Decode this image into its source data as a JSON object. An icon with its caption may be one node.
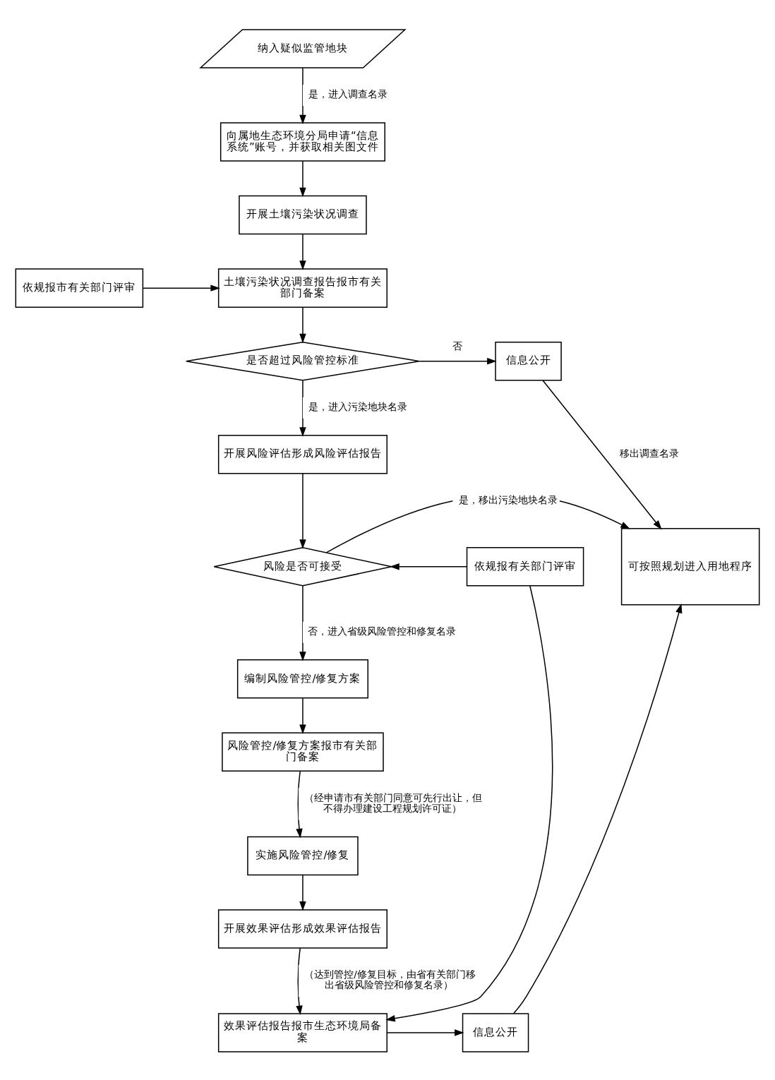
{
  "diagram": {
    "nodes": [
      {
        "text": [
          "纳入疑似监管地块"
        ]
      },
      {
        "text": [
          "向属地生态环境分局申请“信息系统”账号，并获取相关图文件"
        ]
      },
      {
        "text": [
          "开展土壤污染状况调查"
        ]
      },
      {
        "text": [
          "依规报市有关部门评审"
        ]
      },
      {
        "text": [
          "土壤污染状况调查报告报市有关部门备案"
        ]
      },
      {
        "text": [
          "是否超过风险管控标准"
        ]
      },
      {
        "text": [
          "信息公开"
        ]
      },
      {
        "text": [
          "开展风险评估形成风险评估报告"
        ]
      },
      {
        "text": [
          "风险是否可接受"
        ]
      },
      {
        "text": [
          "编制风险管控/修复方案"
        ]
      },
      {
        "text": [
          "风险管控/修复方案报市有关部门备案"
        ]
      },
      {
        "text": [
          "依规报有关部门评审"
        ]
      },
      {
        "text": [
          "实施风险管控/修复"
        ]
      },
      {
        "text": [
          "开展效果评估形成效果评估报告"
        ]
      },
      {
        "text": [
          "效果评估报告报市生态环境局备案"
        ]
      },
      {
        "text": [
          "信息公开"
        ]
      },
      {
        "text": [
          "可按照规划进入用地程序"
        ]
      }
    ],
    "edges": [
      {
        "from": 0,
        "to": 1,
        "arrow": "to",
        "label": "是，进入调查名录"
      },
      {
        "from": 1,
        "to": 2,
        "arrow": "to"
      },
      {
        "from": 2,
        "to": 4,
        "arrow": "to"
      },
      {
        "from": 3,
        "to": 4,
        "arrow": "to"
      },
      {
        "from": 4,
        "to": 5,
        "arrow": "to"
      },
      {
        "from": 5,
        "to": 6,
        "arrow": "to",
        "label": "否"
      },
      {
        "from": 6,
        "to": 16,
        "arrow": "to",
        "label": "移出调查名录"
      },
      {
        "from": 5,
        "to": 7,
        "arrow": "to",
        "label": "是，进入污染地块名录"
      },
      {
        "from": 7,
        "to": 8,
        "arrow": "to"
      },
      {
        "from": 8,
        "to": 16,
        "arrow": "to",
        "label": "是，移出污染地块名录"
      },
      {
        "from": 8,
        "to": 9,
        "arrow": "to",
        "label": "否，进入省级风险管控和修复名录"
      },
      {
        "from": 9,
        "to": 10,
        "arrow": "to"
      },
      {
        "from": 10,
        "to": 12,
        "arrow": "to",
        "label": "（经申请市有关部门同意可先行出让，但不得办理建设工程规划许可证）"
      },
      {
        "from": 12,
        "to": 13,
        "arrow": "to"
      },
      {
        "from": 13,
        "to": 14,
        "arrow": "to",
        "label": "（达到管控/修复目标，由省有关部门移出省级风险管控和修复名录）"
      },
      {
        "from": 11,
        "to": 8,
        "arrow": "to"
      },
      {
        "from": 11,
        "to": 14,
        "arrow": "to"
      },
      {
        "from": 14,
        "to": 15,
        "arrow": "to"
      },
      {
        "from": 15,
        "to": 16,
        "arrow": "to"
      }
    ]
  }
}
